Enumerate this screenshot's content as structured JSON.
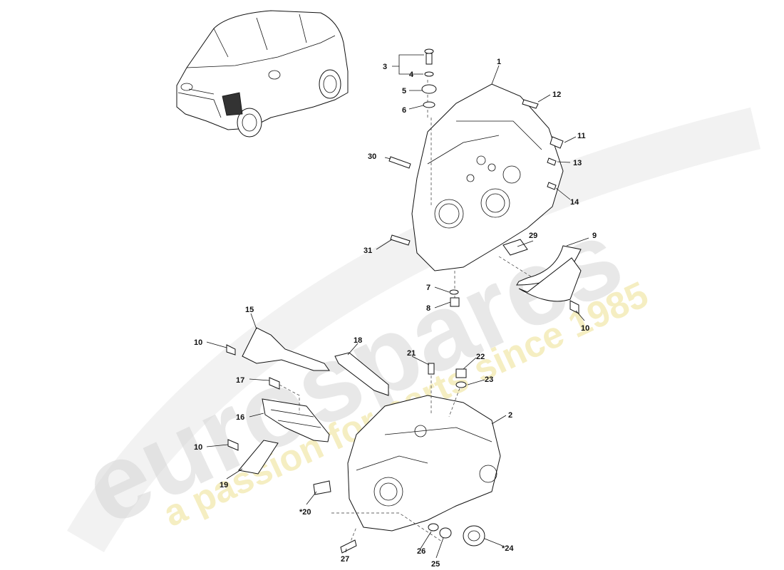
{
  "watermark": {
    "brand": "eurospares",
    "tagline": "a passion for parts since 1985"
  },
  "callouts": [
    {
      "id": "1",
      "label": "1"
    },
    {
      "id": "2",
      "label": "2"
    },
    {
      "id": "3",
      "label": "3"
    },
    {
      "id": "4",
      "label": "4"
    },
    {
      "id": "5",
      "label": "5"
    },
    {
      "id": "6",
      "label": "6"
    },
    {
      "id": "7",
      "label": "7"
    },
    {
      "id": "8",
      "label": "8"
    },
    {
      "id": "9",
      "label": "9"
    },
    {
      "id": "10a",
      "label": "10"
    },
    {
      "id": "10b",
      "label": "10"
    },
    {
      "id": "10c",
      "label": "10"
    },
    {
      "id": "11",
      "label": "11"
    },
    {
      "id": "12",
      "label": "12"
    },
    {
      "id": "13",
      "label": "13"
    },
    {
      "id": "14",
      "label": "14"
    },
    {
      "id": "15",
      "label": "15"
    },
    {
      "id": "16",
      "label": "16"
    },
    {
      "id": "17",
      "label": "17"
    },
    {
      "id": "18",
      "label": "18"
    },
    {
      "id": "19",
      "label": "19"
    },
    {
      "id": "20",
      "label": "*20"
    },
    {
      "id": "21",
      "label": "21"
    },
    {
      "id": "22",
      "label": "22"
    },
    {
      "id": "23",
      "label": "23"
    },
    {
      "id": "24",
      "label": "*24"
    },
    {
      "id": "25",
      "label": "25"
    },
    {
      "id": "26",
      "label": "26"
    },
    {
      "id": "27",
      "label": "27"
    },
    {
      "id": "29",
      "label": "29"
    },
    {
      "id": "30",
      "label": "30"
    },
    {
      "id": "31",
      "label": "31"
    }
  ]
}
